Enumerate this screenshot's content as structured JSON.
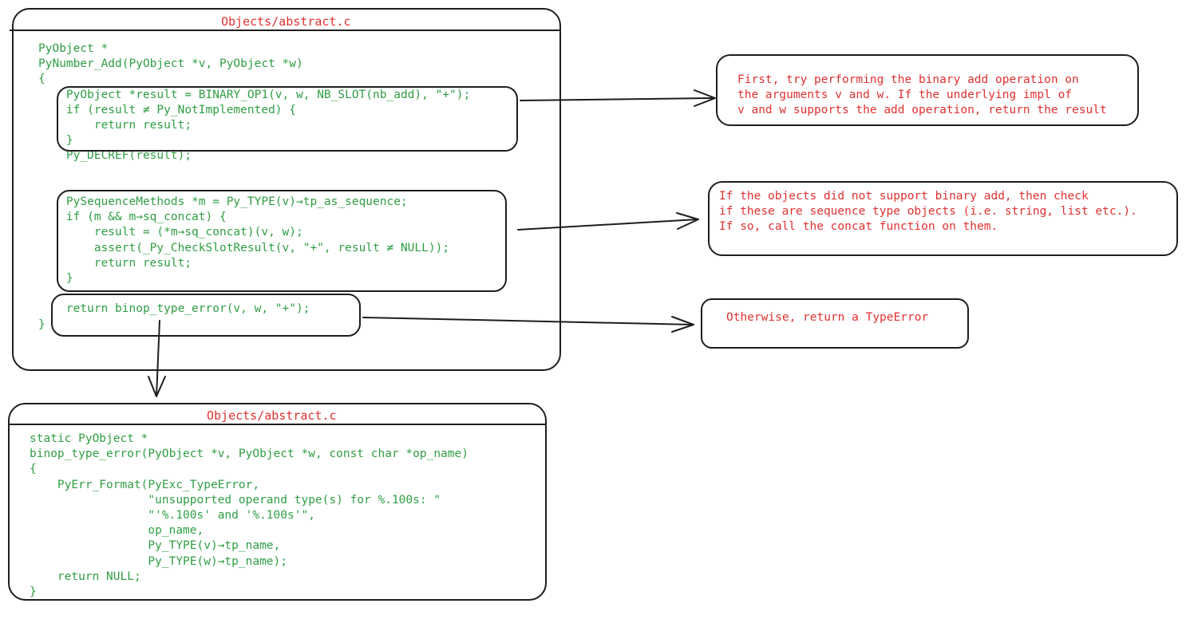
{
  "top_panel": {
    "title": "Objects/abstract.c",
    "code": "PyObject *\nPyNumber_Add(PyObject *v, PyObject *w)\n{\n    PyObject *result = BINARY_OP1(v, w, NB_SLOT(nb_add), \"+\");\n    if (result ≠ Py_NotImplemented) {\n        return result;\n    }\n    Py_DECREF(result);\n\n\n    PySequenceMethods *m = Py_TYPE(v)→tp_as_sequence;\n    if (m && m→sq_concat) {\n        result = (*m→sq_concat)(v, w);\n        assert(_Py_CheckSlotResult(v, \"+\", result ≠ NULL));\n        return result;\n    }\n\n    return binop_type_error(v, w, \"+\");\n}"
  },
  "bottom_panel": {
    "title": "Objects/abstract.c",
    "code": "static PyObject *\nbinop_type_error(PyObject *v, PyObject *w, const char *op_name)\n{\n    PyErr_Format(PyExc_TypeError,\n                 \"unsupported operand type(s) for %.100s: \"\n                 \"'%.100s' and '%.100s'\",\n                 op_name,\n                 Py_TYPE(v)→tp_name,\n                 Py_TYPE(w)→tp_name);\n    return NULL;\n}"
  },
  "notes": {
    "binary_add": "First, try performing the binary add operation on\nthe arguments v and w. If the underlying impl of\nv and w supports the add operation, return the result",
    "sequence_concat": "If the objects did not support binary add, then check\nif these are sequence type objects (i.e. string, list etc.).\nIf so, call the concat function on them.",
    "type_error": "Otherwise, return a TypeError"
  },
  "colors": {
    "code": "#2f9e44",
    "annotation": "#e03131",
    "stroke": "#1e1e1e"
  }
}
